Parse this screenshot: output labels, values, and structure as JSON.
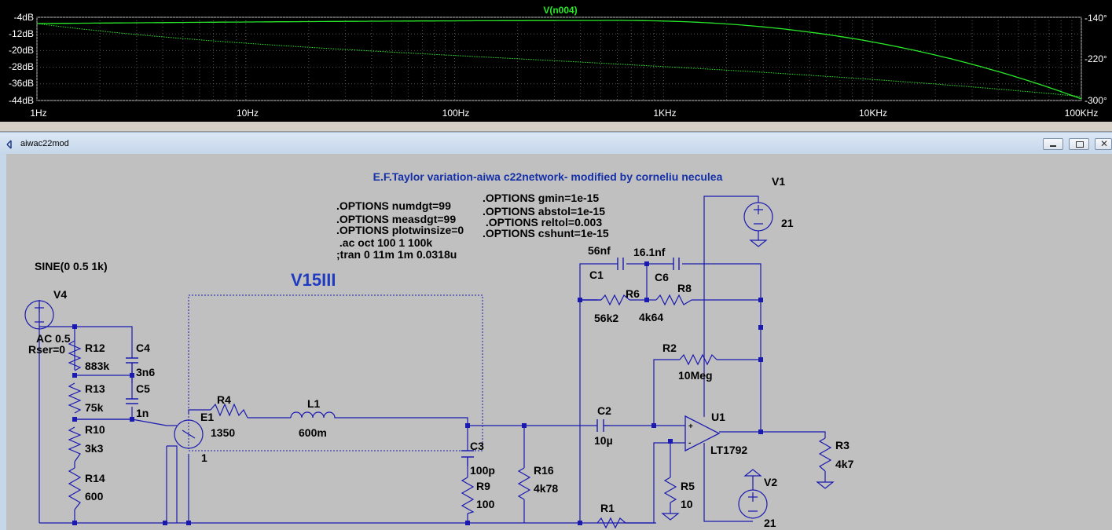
{
  "plot": {
    "trace_name": "V(n004)",
    "y_left_ticks": [
      "-4dB",
      "-12dB",
      "-20dB",
      "-28dB",
      "-36dB",
      "-44dB"
    ],
    "y_right_ticks": [
      "-140°",
      "-220°",
      "-300°"
    ],
    "x_ticks": [
      "1Hz",
      "10Hz",
      "100Hz",
      "1KHz",
      "10KHz",
      "100KHz"
    ],
    "trace_color": "#28e828"
  },
  "window": {
    "title": "aiwac22mod"
  },
  "schematic": {
    "title": "E.F.Taylor variation-aiwa c22network- modified by corneliu neculea",
    "directives_left": [
      ".OPTIONS numdgt=99",
      ".OPTIONS measdgt=99",
      ".OPTIONS plotwinsize=0",
      " .ac oct 100 1 100k",
      ";tran 0 11m 1m 0.0318u"
    ],
    "directives_right": [
      ".OPTIONS gmin=1e-15",
      ".OPTIONS abstol=1e-15",
      " .OPTIONS reltol=0.003",
      ".OPTIONS cshunt=1e-15"
    ],
    "box_label": "V15III",
    "source": {
      "spec": "SINE(0 0.5 1k)",
      "name": "V4",
      "ac": "AC 0.5",
      "rser": "Rser=0"
    },
    "labels": {
      "R12": "R12",
      "R12v": "883k",
      "C4": "C4",
      "C4v": "3n6",
      "R13": "R13",
      "R13v": "75k",
      "C5": "C5",
      "C5v": "1n",
      "R10": "R10",
      "R10v": "3k3",
      "R14": "R14",
      "R14v": "600",
      "E1": "E1",
      "E1v": "1",
      "R4": "R4",
      "R4v": "1350",
      "L1": "L1",
      "L1v": "600m",
      "C3": "C3",
      "C3v": "100p",
      "R9": "R9",
      "R9v": "100",
      "R16": "R16",
      "R16v": "4k78",
      "C2": "C2",
      "C2v": "10µ",
      "R1": "R1",
      "U1": "U1",
      "U1v": "LT1792",
      "R5": "R5",
      "R5v": "10",
      "R3": "R3",
      "R3v": "4k7",
      "V1": "V1",
      "V1v": "21",
      "V2": "V2",
      "V2v": "21",
      "C1": "C1",
      "C1v": "56nf",
      "C6": "C6",
      "C6v": "16.1nf",
      "R6": "R6",
      "R6v": "56k2",
      "R8": "R8",
      "R8v": "4k64",
      "R2": "R2",
      "R2v": "10Meg"
    }
  }
}
